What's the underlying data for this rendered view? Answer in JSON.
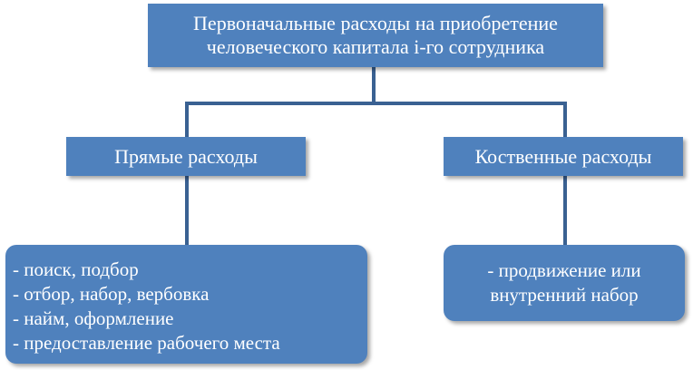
{
  "colors": {
    "box_fill": "#4f81bd",
    "connector": "#3a6192",
    "text": "#ffffff"
  },
  "root": {
    "title_line1": "Первоначальные расходы на приобретение",
    "title_line2": "человеческого капитала i-го сотрудника"
  },
  "categories": [
    {
      "label": "Прямые расходы",
      "items": [
        "- поиск, подбор",
        "- отбор, набор, вербовка",
        "- найм,  оформление",
        "- предоставление рабочего места"
      ]
    },
    {
      "label": "Коственные расходы",
      "items_line1": "- продвижение или",
      "items_line2": "внутренний набор"
    }
  ]
}
